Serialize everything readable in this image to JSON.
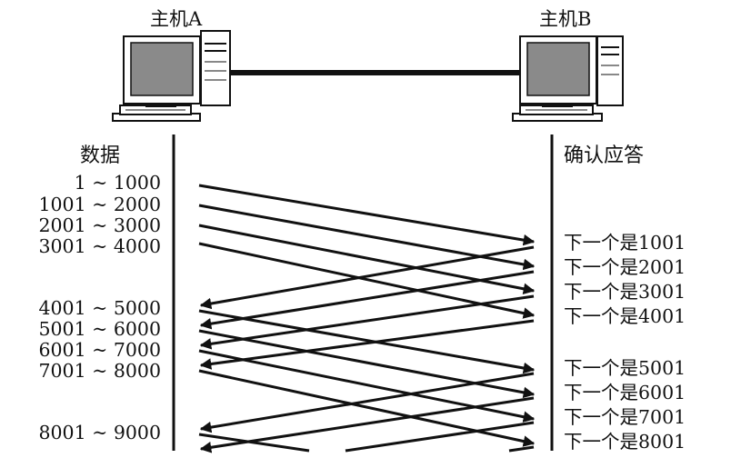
{
  "hosts": {
    "a": {
      "label": "主机A"
    },
    "b": {
      "label": "主机B"
    }
  },
  "columns": {
    "left_title": "数据",
    "right_title": "确认应答"
  },
  "data_segments": [
    "1 ~ 1000",
    "1001 ~ 2000",
    "2001 ~ 3000",
    "3001 ~ 4000",
    "4001 ~ 5000",
    "5001 ~ 6000",
    "6001 ~ 7000",
    "7001 ~ 8000",
    "8001 ~ 9000"
  ],
  "acks": [
    "下一个是1001",
    "下一个是2001",
    "下一个是3001",
    "下一个是4001",
    "下一个是5001",
    "下一个是6001",
    "下一个是7001",
    "下一个是8001"
  ],
  "colors": {
    "ink": "#111111",
    "screen": "#8a8a8a"
  }
}
